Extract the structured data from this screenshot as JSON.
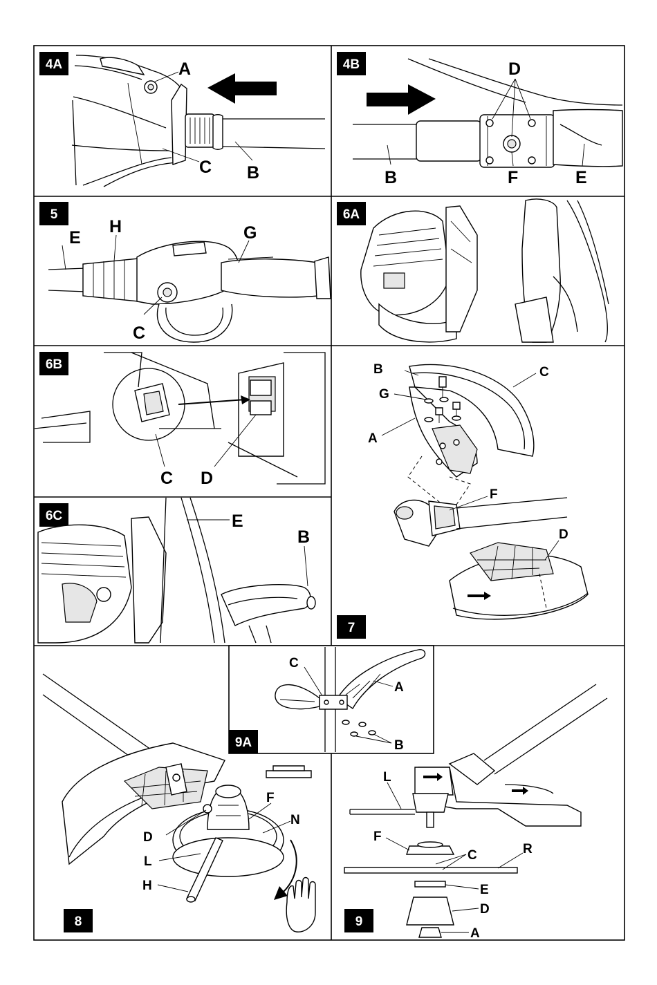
{
  "panels": {
    "p4a": {
      "tag": "4A",
      "labels": {
        "a": "A",
        "b": "B",
        "c": "C"
      }
    },
    "p4b": {
      "tag": "4B",
      "labels": {
        "d": "D",
        "b": "B",
        "f": "F",
        "e": "E"
      }
    },
    "p5": {
      "tag": "5",
      "labels": {
        "e": "E",
        "h": "H",
        "g": "G",
        "c": "C"
      }
    },
    "p6a": {
      "tag": "6A"
    },
    "p6b": {
      "tag": "6B",
      "labels": {
        "c": "C",
        "d": "D"
      }
    },
    "p6c": {
      "tag": "6C",
      "labels": {
        "e": "E",
        "b": "B"
      }
    },
    "p7": {
      "tag": "7",
      "labels": {
        "b": "B",
        "c": "C",
        "g": "G",
        "a": "A",
        "f": "F",
        "d": "D"
      }
    },
    "p8": {
      "tag": "8",
      "labels": {
        "f": "F",
        "n": "N",
        "d": "D",
        "l": "L",
        "h": "H"
      }
    },
    "p9a": {
      "tag": "9A",
      "labels": {
        "c": "C",
        "a": "A",
        "b": "B"
      }
    },
    "p9": {
      "tag": "9",
      "labels": {
        "l": "L",
        "f": "F",
        "c": "C",
        "r": "R",
        "e": "E",
        "d": "D",
        "a": "A"
      }
    }
  },
  "icons": [
    "arrow-left-icon",
    "arrow-right-icon",
    "rotation-arrow-icon",
    "hand-stop-icon",
    "direction-arrow-icon"
  ],
  "colors": {
    "ink": "#000000",
    "paper": "#ffffff",
    "tag_bg": "#000000",
    "tag_text": "#ffffff"
  }
}
